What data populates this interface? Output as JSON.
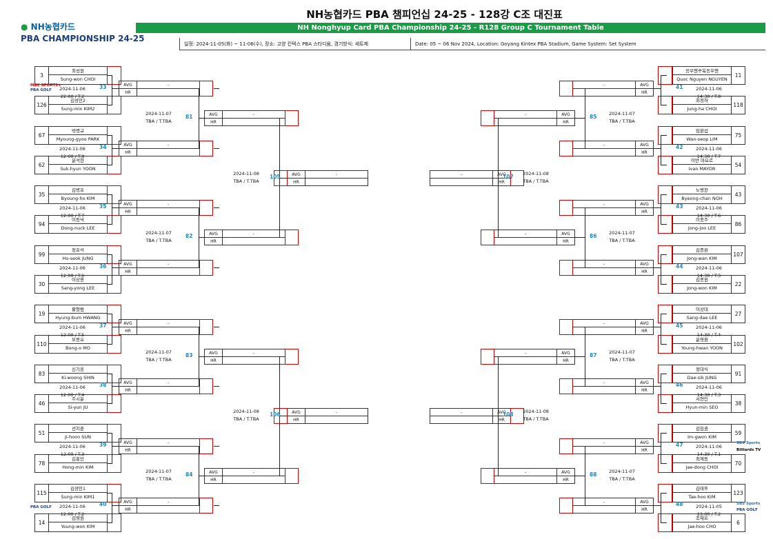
{
  "header": {
    "title": "NH농협카드 PBA 챔피언십 24-25 - 128강 C조 대진표",
    "subtitle": "NH Nonghyup Card PBA Championship 24-25 - R128 Group C Tournament Table",
    "logo_line1": "NH농협카드",
    "logo_line2": "PBA CHAMPIONSHIP 24-25",
    "info_ko": "일정: 2024-11-05(화) ~ 11-06(수), 장소: 고양 킨텍스 PBA 스타디움, 경기방식: 세트제",
    "info_en": "Date: 05 ~ 06 Nov 2024, Location: Goyang Kintex PBA Stadium, Game System: Set System"
  },
  "labels": {
    "avg": "AVG",
    "hr": "HR"
  },
  "sponsors": {
    "mbc": "MBC SPORTS+",
    "pba_gtv": "PBA GOLF",
    "sbs": "SBS Sports",
    "billiards": "Billiards TV"
  },
  "players": [
    {
      "seed": "3",
      "ko": "최성원",
      "en": "Sung-won CHOI"
    },
    {
      "seed": "126",
      "ko": "김성민2",
      "en": "Sung-min KIM2"
    },
    {
      "seed": "67",
      "ko": "박명규",
      "en": "Myoung-gyoo PARK"
    },
    {
      "seed": "62",
      "ko": "윤석현",
      "en": "Suk-hyun YOON"
    },
    {
      "seed": "35",
      "ko": "김병호",
      "en": "Byoung-ho KIM"
    },
    {
      "seed": "94",
      "ko": "이동넉",
      "en": "Dong-nuck LEE"
    },
    {
      "seed": "99",
      "ko": "정호석",
      "en": "Ho-seok JUNG"
    },
    {
      "seed": "30",
      "ko": "이상용",
      "en": "Sang-yong LEE"
    },
    {
      "seed": "19",
      "ko": "황형범",
      "en": "Hyung-bum HWANG"
    },
    {
      "seed": "110",
      "ko": "모봉오",
      "en": "Bong-o MO"
    },
    {
      "seed": "83",
      "ko": "신기웅",
      "en": "Ki-woong SHIN"
    },
    {
      "seed": "46",
      "ko": "주시윤",
      "en": "Si-yun JU"
    },
    {
      "seed": "51",
      "ko": "선지훈",
      "en": "Ji-hoon SUN"
    },
    {
      "seed": "78",
      "ko": "김홍민",
      "en": "Hong-min KIM"
    },
    {
      "seed": "115",
      "ko": "김성민1",
      "en": "Sung-min KIM1"
    },
    {
      "seed": "14",
      "ko": "김영원",
      "en": "Young-won KIM"
    },
    {
      "seed": "11",
      "ko": "응우옌꾸옥응우옌",
      "en": "Quoc Nguyen NGUYEN"
    },
    {
      "seed": "118",
      "ko": "최정하",
      "en": "Jung-ha CHOI"
    },
    {
      "seed": "75",
      "ko": "임완섭",
      "en": "Wan-seop LIM"
    },
    {
      "seed": "54",
      "ko": "이반 마요르",
      "en": "Ivan MAYOR"
    },
    {
      "seed": "43",
      "ko": "노병찬",
      "en": "Byeong-chan NOH"
    },
    {
      "seed": "86",
      "ko": "이종주",
      "en": "Jong-joo LEE"
    },
    {
      "seed": "107",
      "ko": "김종완",
      "en": "Jong-wan KIM"
    },
    {
      "seed": "22",
      "ko": "김종원",
      "en": "Jong-won KIM"
    },
    {
      "seed": "27",
      "ko": "이상대",
      "en": "Sang-dae LEE"
    },
    {
      "seed": "102",
      "ko": "윤영환",
      "en": "Young-hwan YOON"
    },
    {
      "seed": "91",
      "ko": "정대식",
      "en": "Dae-sik JUNG"
    },
    {
      "seed": "38",
      "ko": "서현민",
      "en": "Hyun-min SEO"
    },
    {
      "seed": "59",
      "ko": "김임권",
      "en": "Im-gwon KIM"
    },
    {
      "seed": "70",
      "ko": "최재동",
      "en": "Jae-dong CHOI"
    },
    {
      "seed": "123",
      "ko": "김태후",
      "en": "Tae-hoo KIM"
    },
    {
      "seed": "6",
      "ko": "조재호",
      "en": "Jae-hoo CHO"
    }
  ],
  "r1": [
    {
      "num": "33",
      "date": "2024-11-06",
      "time": "22:00 / T.2",
      "avg": "-"
    },
    {
      "num": "34",
      "date": "2024-11-06",
      "time": "12:00 / T.8",
      "avg": "-"
    },
    {
      "num": "35",
      "date": "2024-11-06",
      "time": "12:00 / T.7",
      "avg": "-"
    },
    {
      "num": "36",
      "date": "2024-11-06",
      "time": "12:00 / T.6",
      "avg": "-"
    },
    {
      "num": "37",
      "date": "2024-11-06",
      "time": "12:00 / T.5",
      "avg": "-"
    },
    {
      "num": "38",
      "date": "2024-11-06",
      "time": "12:00 / T.4",
      "avg": "-"
    },
    {
      "num": "39",
      "date": "2024-11-06",
      "time": "12:00 / T.3",
      "avg": "-"
    },
    {
      "num": "40",
      "date": "2024-11-06",
      "time": "12:00 / T.2",
      "avg": "-"
    },
    {
      "num": "41",
      "date": "2024-11-06",
      "time": "14:30 / T.8",
      "avg": "-"
    },
    {
      "num": "42",
      "date": "2024-11-06",
      "time": "14:30 / T.7",
      "avg": "-"
    },
    {
      "num": "43",
      "date": "2024-11-06",
      "time": "14:30 / T.6",
      "avg": "-"
    },
    {
      "num": "44",
      "date": "2024-11-06",
      "time": "14:30 / T.5",
      "avg": "-"
    },
    {
      "num": "45",
      "date": "2024-11-06",
      "time": "14:30 / T.4",
      "avg": "-"
    },
    {
      "num": "46",
      "date": "2024-11-06",
      "time": "14:30 / T.3",
      "avg": "-"
    },
    {
      "num": "47",
      "date": "2024-11-06",
      "time": "14:30 / T.1",
      "avg": "-"
    },
    {
      "num": "48",
      "date": "2024-11-05",
      "time": "23:00 / T.2",
      "avg": "-"
    }
  ],
  "r2": [
    {
      "num": "81",
      "date": "2024-11-07",
      "time": "TBA / T.TBA",
      "avg": "-"
    },
    {
      "num": "82",
      "date": "2024-11-07",
      "time": "TBA / T.TBA",
      "avg": "-"
    },
    {
      "num": "83",
      "date": "2024-11-07",
      "time": "TBA / T.TBA",
      "avg": "-"
    },
    {
      "num": "84",
      "date": "2024-11-07",
      "time": "TBA / T.TBA",
      "avg": "-"
    },
    {
      "num": "85",
      "date": "2024-11-07",
      "time": "TBA / T.TBA",
      "avg": "-"
    },
    {
      "num": "86",
      "date": "2024-11-07",
      "time": "TBA / T.TBA",
      "avg": "-"
    },
    {
      "num": "87",
      "date": "2024-11-07",
      "time": "TBA / T.TBA",
      "avg": "-"
    },
    {
      "num": "88",
      "date": "2024-11-07",
      "time": "TBA / T.TBA",
      "avg": "-"
    }
  ],
  "r3": [
    {
      "num": "105",
      "date": "2024-11-08",
      "time": "TBA / T.TBA",
      "avg": "-"
    },
    {
      "num": "106",
      "date": "2024-11-08",
      "time": "TBA / T.TBA",
      "avg": "-"
    },
    {
      "num": "107",
      "date": "2024-11-08",
      "time": "TBA / T.TBA",
      "avg": "-"
    },
    {
      "num": "108",
      "date": "2024-11-08",
      "time": "TBA / T.TBA",
      "avg": "-"
    }
  ]
}
